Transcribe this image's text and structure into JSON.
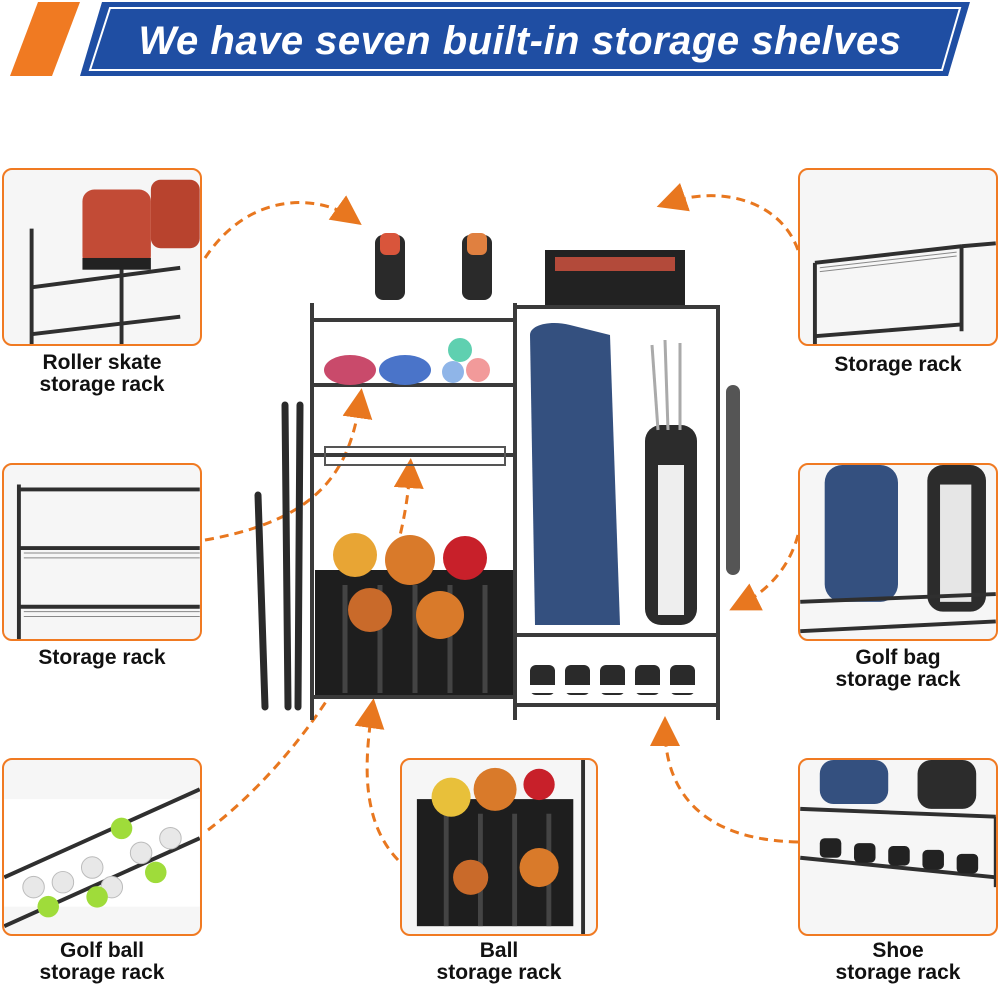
{
  "banner": {
    "title": "We have seven built-in storage shelves",
    "bar_color": "#1f4ea3",
    "accent_color": "#f07a22"
  },
  "callouts": [
    {
      "id": "roller-skate",
      "line1": "Roller skate",
      "line2": "storage rack"
    },
    {
      "id": "storage-left",
      "line1": "Storage rack",
      "line2": ""
    },
    {
      "id": "golf-ball",
      "line1": "Golf ball",
      "line2": "storage rack"
    },
    {
      "id": "ball",
      "line1": "Ball",
      "line2": "storage rack"
    },
    {
      "id": "storage-right",
      "line1": "Storage rack",
      "line2": ""
    },
    {
      "id": "golf-bag",
      "line1": "Golf bag",
      "line2": "storage rack"
    },
    {
      "id": "shoe",
      "line1": "Shoe",
      "line2": "storage rack"
    }
  ],
  "colors": {
    "frame_border": "#f07a22",
    "arrow": "#e8771f",
    "rack_metal": "#3a3a3a",
    "golf_bag_blue": "#34507f"
  }
}
